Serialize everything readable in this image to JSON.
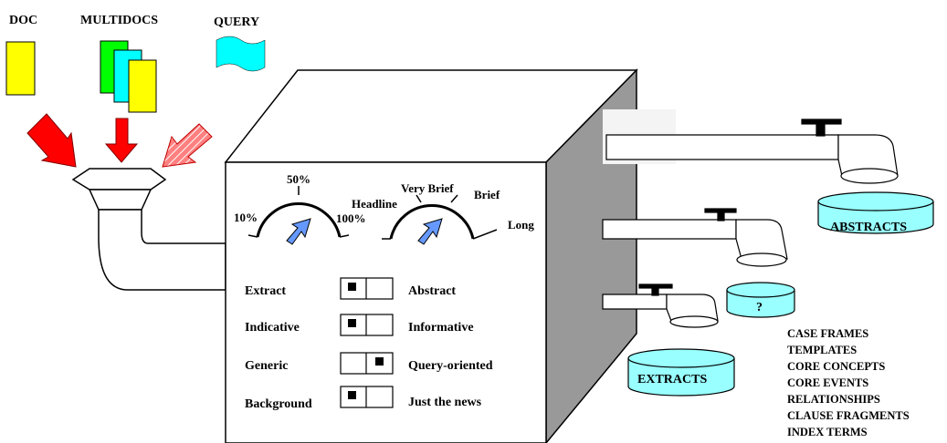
{
  "inputs": {
    "doc_label": "DOC",
    "multidocs_label": "MULTIDOCS",
    "query_label": "QUERY"
  },
  "dials": {
    "compression": {
      "top_label": "50%",
      "left_label": "10%",
      "right_label": "100%"
    },
    "length": {
      "left_label": "Headline",
      "top_label": "Very Brief",
      "top_right_label": "Brief",
      "right_label": "Long"
    }
  },
  "switches": [
    {
      "left": "Extract",
      "right": "Abstract",
      "position": "left"
    },
    {
      "left": "Indicative",
      "right": "Informative",
      "position": "left"
    },
    {
      "left": "Generic",
      "right": "Query-oriented",
      "position": "right"
    },
    {
      "left": "Background",
      "right": "Just the news",
      "position": "left"
    }
  ],
  "outputs": {
    "abstracts_label": "ABSTRACTS",
    "unknown_label": "?",
    "extracts_label": "EXTRACTS",
    "representations": [
      "CASE FRAMES",
      "TEMPLATES",
      "CORE CONCEPTS",
      "CORE EVENTS",
      "RELATIONSHIPS",
      "CLAUSE FRAGMENTS",
      "INDEX TERMS"
    ]
  },
  "colors": {
    "doc_yellow": "#ffff00",
    "multidoc_green": "#00ff00",
    "multidoc_cyan": "#00ffff",
    "query_cyan": "#00ffff",
    "arrow_red": "#ff0000",
    "arrow_pink": "#ff8080",
    "dial_pointer": "#6699ff",
    "cube_side": "#999999",
    "cylinder_fill": "#99ffff"
  }
}
